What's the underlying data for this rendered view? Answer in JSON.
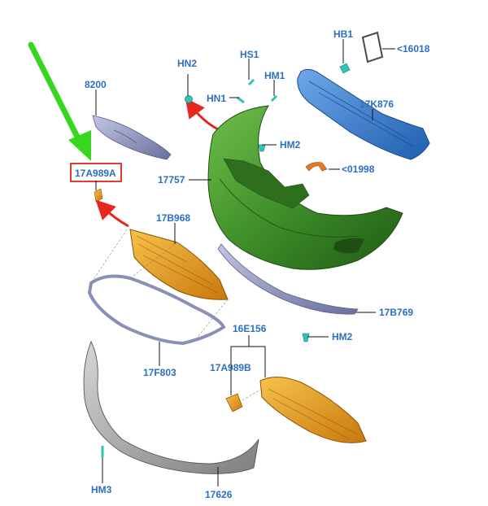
{
  "labels": {
    "p8200": "8200",
    "p17a989a": "17A989A",
    "p17757": "17757",
    "p17b968": "17B968",
    "p17f803": "17F803",
    "phn2_top": "HN2",
    "phs1": "HS1",
    "phm1": "HM1",
    "phn1": "HN1",
    "phm2_top": "HM2",
    "p01998": "<01998",
    "phb1": "HB1",
    "p16018": "<16018",
    "p17k876": "17K876",
    "p17b769": "17B769",
    "phm2_bot": "HM2",
    "p16e156": "16E156",
    "p17a989b": "17A989B",
    "phm3": "HM3",
    "p17626": "17626"
  },
  "colors": {
    "label": "#2a6fc4",
    "highlight_box": "#e53935",
    "pointer_arrow": "#37d61f",
    "flow_arrow": "#e5271e",
    "bumper_cover": "#3f8f2a",
    "reinforcement": "#3d7fd1",
    "deflector": "#e7a321",
    "molding": "#8a8fb8",
    "lower_panel": "#a3a3a3"
  }
}
